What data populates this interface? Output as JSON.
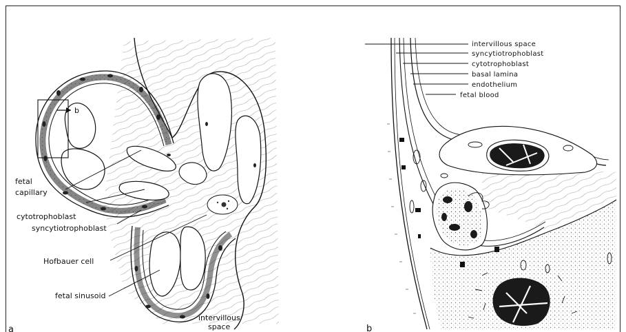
{
  "panel_a": {
    "letter": "a",
    "inset_letter": "b",
    "labels": {
      "fetal_capillary_1": "fetal",
      "fetal_capillary_2": "capillary",
      "cytotrophoblast": "cytotrophoblast",
      "syncytiotrophoblast": "syncytiotrophoblast",
      "hofbauer": "Hofbauer cell",
      "fetal_sinusoid": "fetal sinusoid",
      "intervillous_1": "intervillous",
      "intervillous_2": "space"
    }
  },
  "panel_b": {
    "letter": "b",
    "labels": {
      "intervillous": "intervillous space",
      "syncytio": "syncytiotrophoblast",
      "cyto": "cytotrophoblast",
      "basal": "basal lamina",
      "endothelium": "endothelium",
      "fetal_blood": "fetal blood"
    }
  }
}
